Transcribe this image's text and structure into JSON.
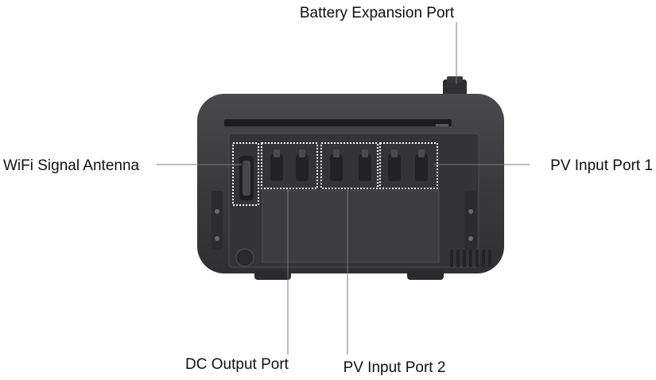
{
  "labels": {
    "battery_expansion_port": "Battery Expansion Port",
    "wifi_signal_antenna": "WiFi Signal Antenna",
    "pv_input_port_1": "PV Input Port 1",
    "dc_output_port": "DC Output Port",
    "pv_input_port_2": "PV Input Port 2"
  },
  "colors": {
    "body": "#3b3b3e",
    "panel": "#2e2e31",
    "port": "#4a4a4e",
    "highlight_box": "#ffffff",
    "leader_line": "#7a7a7a",
    "text": "#111111"
  }
}
